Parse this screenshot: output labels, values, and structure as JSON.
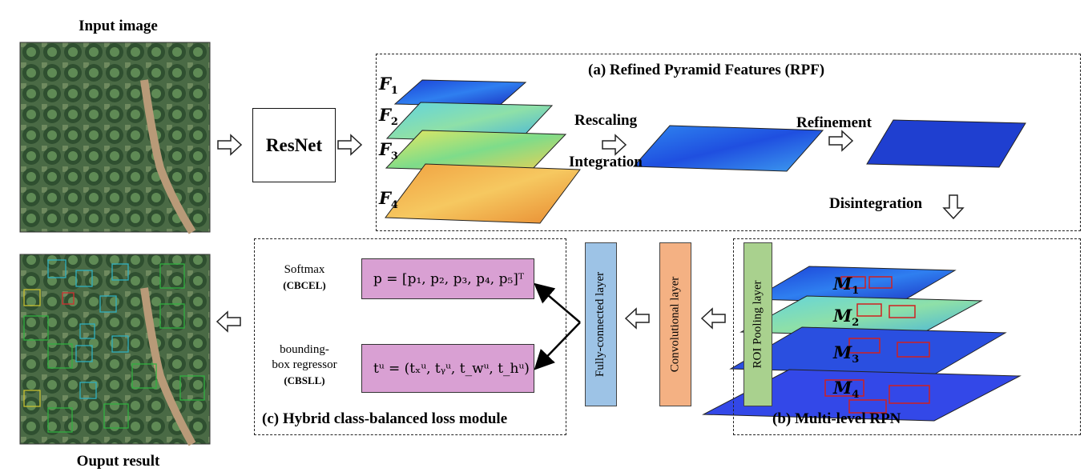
{
  "input_label": "Input image",
  "output_label": "Ouput result",
  "resnet_label": "ResNet",
  "rpf": {
    "title": "(a) Refined Pyramid Features (RPF)",
    "features": [
      {
        "letter": "F",
        "sub": "1"
      },
      {
        "letter": "F",
        "sub": "2"
      },
      {
        "letter": "F",
        "sub": "3"
      },
      {
        "letter": "F",
        "sub": "4"
      }
    ],
    "rescaling": "Rescaling",
    "integration": "Integration",
    "refinement": "Refinement",
    "disintegration": "Disintegration"
  },
  "rpn": {
    "title": "(b) Multi-level RPN",
    "levels": [
      {
        "letter": "M",
        "sub": "1"
      },
      {
        "letter": "M",
        "sub": "2"
      },
      {
        "letter": "M",
        "sub": "3"
      },
      {
        "letter": "M",
        "sub": "4"
      }
    ],
    "roi_label": "ROI  Pooling  layer"
  },
  "conv_label": "Convolutional layer",
  "fc_label": "Fully-connected layer",
  "loss": {
    "title": "(c) Hybrid class-balanced loss module",
    "softmax": "Softmax",
    "cbcel": "(CBCEL)",
    "bbox1": "bounding-",
    "bbox2": "box regressor",
    "cbsll": "(CBSLL)",
    "p_formula": "p = [p₁, p₂, p₃, p₄, p₅]ᵀ",
    "t_formula": "tᵘ = (tₓᵘ, tᵧᵘ, t_wᵘ, t_hᵘ)"
  },
  "colors": {
    "purple_box": "#d9a0d3",
    "fc_blue": "#9dc3e6",
    "conv_orange": "#f4b183",
    "roi_green": "#a9d18e"
  }
}
